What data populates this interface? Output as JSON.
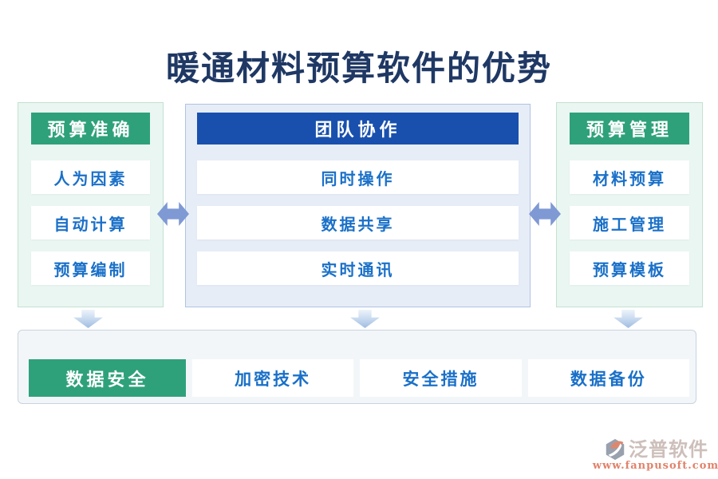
{
  "title": "暖通材料预算软件的优势",
  "columns": [
    {
      "header": "预算准确",
      "style": "green",
      "items": [
        "人为因素",
        "自动计算",
        "预算编制"
      ]
    },
    {
      "header": "团队协作",
      "style": "blue",
      "items": [
        "同时操作",
        "数据共享",
        "实时通讯"
      ]
    },
    {
      "header": "预算管理",
      "style": "green",
      "items": [
        "材料预算",
        "施工管理",
        "预算模板"
      ]
    }
  ],
  "bottom": {
    "header": "数据安全",
    "items": [
      "加密技术",
      "安全措施",
      "数据备份"
    ]
  },
  "logo": {
    "name": "泛普软件",
    "url": "www.fanpusoft.com"
  },
  "icons": [
    "double-arrow-icon",
    "down-arrow-icon",
    "fanpu-logo-icon"
  ],
  "colors": {
    "title": "#1F3864",
    "green": "#2EA17B",
    "blue_header": "#1950AE",
    "item_text": "#1A70C8",
    "green_panel_bg": "#EAF6F1",
    "green_panel_border": "#C3E1D1",
    "blue_panel_bg": "#E7EDF7",
    "blue_panel_border": "#AEC4E5",
    "band_bg": "#F3F6F9",
    "band_border": "#C9D3DF",
    "arrow": "#7F99D4",
    "logo_gray": "#99A1AE",
    "logo_coral": "#DC8871",
    "logo_text": "#CDBFBA",
    "logo_url": "#E2826B"
  }
}
